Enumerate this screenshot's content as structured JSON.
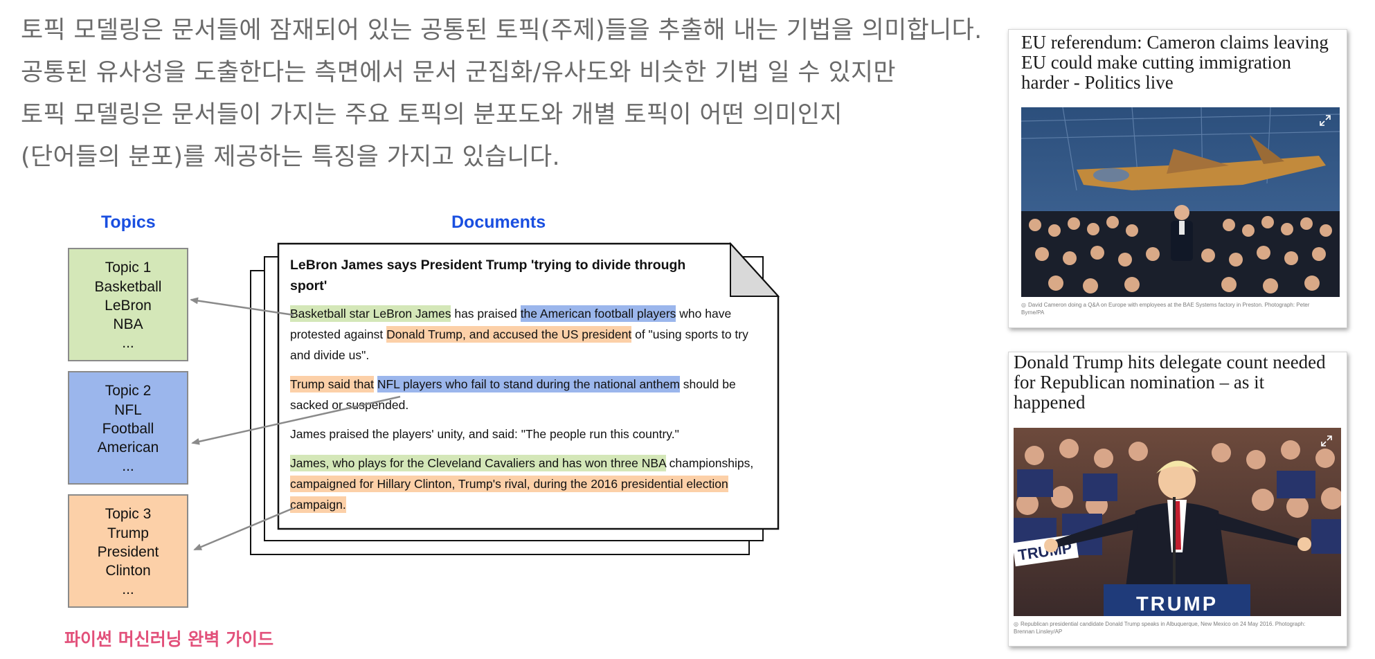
{
  "intro": {
    "lines": [
      "토픽 모델링은 문서들에 잠재되어 있는 공통된 토픽(주제)들을 추출해 내는 기법을 의미합니다.",
      "공통된 유사성을 도출한다는 측면에서 문서 군집화/유사도와 비슷한 기법 일 수 있지만",
      "토픽 모델링은 문서들이 가지는 주요 토픽의 분포도와 개별 토픽이 어떤 의미인지",
      "(단어들의 분포)를 제공하는 특징을 가지고 있습니다."
    ]
  },
  "diagram": {
    "topics_heading": "Topics",
    "documents_heading": "Documents",
    "colors": {
      "topic1": "#d4e7b8",
      "topic2": "#9bb6ec",
      "topic3": "#fcd0a8",
      "heading": "#1a4fe0"
    },
    "topics": [
      {
        "title": "Topic 1",
        "words": [
          "Basketball",
          "LeBron",
          "NBA",
          "..."
        ]
      },
      {
        "title": "Topic 2",
        "words": [
          "NFL",
          "Football",
          "American",
          "..."
        ]
      },
      {
        "title": "Topic 3",
        "words": [
          "Trump",
          "President",
          "Clinton",
          "..."
        ]
      }
    ],
    "document": {
      "title": "LeBron James says President Trump 'trying to divide through sport'",
      "p1": {
        "seg1": "Basketball star LeBron James",
        "seg2": " has praised ",
        "seg3": "the American football players",
        "seg4": " who have protested against ",
        "seg5": "Donald Trump, and accused the US president",
        "seg6": " of \"using sports to try and divide us\"."
      },
      "p2": {
        "seg1": "Trump said that",
        "seg2": " ",
        "seg3": "NFL players who fail to stand during the national anthem",
        "seg4": " should be sacked or suspended."
      },
      "p3": "James praised the players' unity, and said: \"The people run this country.\"",
      "p4": {
        "seg1": "James, who plays for the Cleveland Cavaliers and has won three NBA",
        "seg2": " championships, ",
        "seg3": "campaigned for Hillary Clinton, Trump's rival, during the 2016 presidential election campaign."
      }
    }
  },
  "footer_label": "파이썬 머신러닝 완벽 가이드",
  "news_cards": [
    {
      "headline": "EU referendum: Cameron claims leaving EU could make cutting immigration harder - Politics live",
      "caption": "David Cameron doing a Q&A on Europe with employees at the BAE Systems factory in Preston. Photograph: Peter Byrne/PA",
      "photo_icon": "expand-icon"
    },
    {
      "headline": "Donald Trump hits delegate count needed for Republican nomination – as it happened",
      "caption": "Republican presidential candidate Donald Trump speaks in Albuquerque, New Mexico on 24 May 2016. Photograph: Brennan Linsley/AP",
      "podium_sign": "TRUMP",
      "crowd_sign": "TRUMP",
      "photo_icon": "expand-icon"
    }
  ]
}
